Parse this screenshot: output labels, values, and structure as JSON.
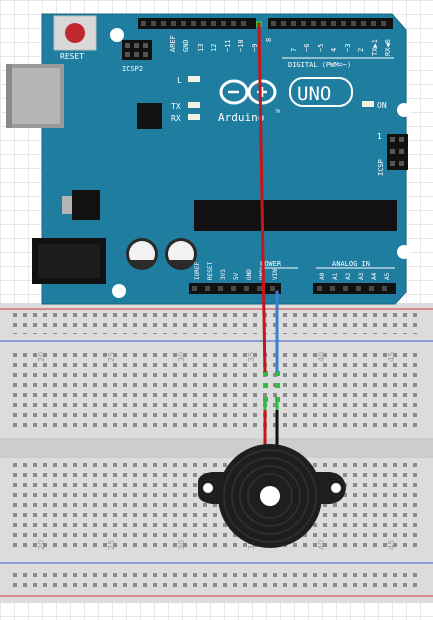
{
  "board": {
    "reset": "RESET",
    "icsp2": "ICSP2",
    "icsp": "ICSP",
    "led_l": "L",
    "led_tx": "TX",
    "led_rx": "RX",
    "brand": "Arduino",
    "tm": "TM",
    "model": "UNO",
    "on": "ON",
    "digital_label": "DIGITAL (PWM=~)",
    "power_label": "POWER",
    "analog_label": "ANALOG IN",
    "top_pins": [
      "AREF",
      "GND",
      "13",
      "12",
      "~11",
      "~10",
      "~9",
      "8",
      "7",
      "~6",
      "~5",
      "4",
      "~3",
      "2",
      "TX▶1",
      "RX◀0"
    ],
    "power_pins": [
      "IOREF",
      "RESET",
      "3V3",
      "5V",
      "GND",
      "GND",
      "VIN"
    ],
    "analog_pins": [
      "A0",
      "A1",
      "A2",
      "A3",
      "A4",
      "A5"
    ]
  },
  "breadboard": {
    "column_numbers": [
      "20",
      "25",
      "30",
      "35",
      "40",
      "45"
    ]
  },
  "colors": {
    "board": "#1f7da0",
    "wire_red": "#c4161c",
    "wire_blue": "#3a7fd0",
    "buzzer": "#1e1e1e"
  },
  "icons": [
    "reset-button",
    "usb-port",
    "power-jack",
    "capacitor",
    "buzzer"
  ]
}
